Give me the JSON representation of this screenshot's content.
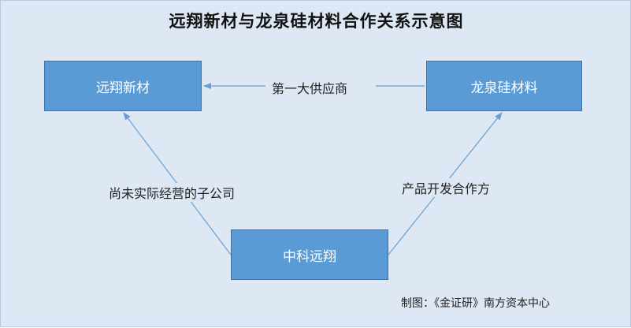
{
  "title": "远翔新材与龙泉硅材料合作关系示意图",
  "nodes": {
    "a": "远翔新材",
    "b": "龙泉硅材料",
    "c": "中科远翔"
  },
  "edges": {
    "b_to_a": "第一大供应商",
    "c_to_a": "尚未实际经营的子公司",
    "c_to_b": "产品开发合作方"
  },
  "source": "制图：《金证研》南方资本中心",
  "colors": {
    "background": "#dde8f4",
    "node_fill": "#5b9bd5",
    "node_border": "#41719c",
    "arrow": "#6a9fd3"
  }
}
